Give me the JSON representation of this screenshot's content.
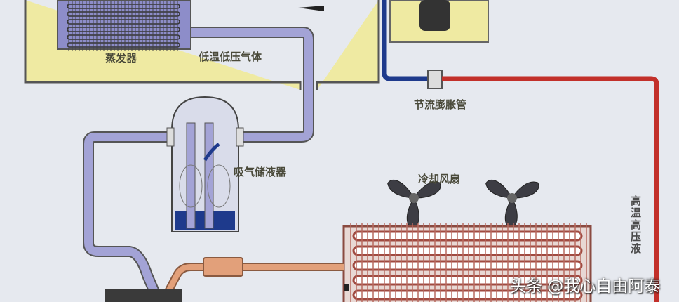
{
  "labels": {
    "evaporator": "蒸发器",
    "low_temp_gas": "低温低压气体",
    "expansion_tube": "节流膨胀管",
    "accumulator": "吸气储液器",
    "cooling_fans": "冷却风扇",
    "high_temp_liquid": "高温高压液"
  },
  "watermark": "头条 @我心自由阿泰",
  "colors": {
    "cabin": "#efeaa2",
    "low_pressure_pipe": "#a3a3d6",
    "liquid_line_blue": "#1e3a8c",
    "high_pressure_pipe": "#c2302a",
    "discharge_pipe": "#e2a07a",
    "condenser": "#c98a80"
  }
}
